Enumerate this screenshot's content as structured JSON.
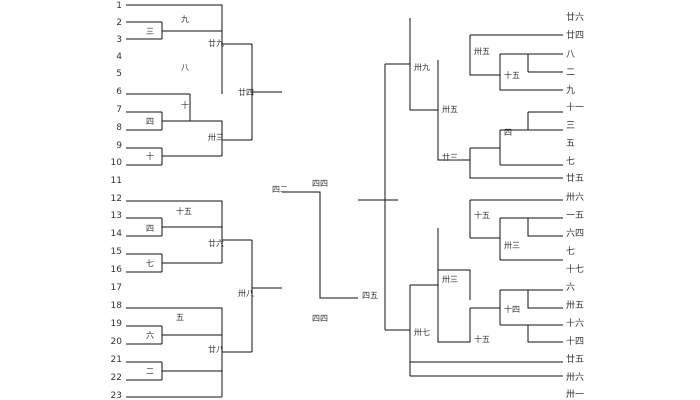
{
  "diagram": {
    "type": "tournament-bracket",
    "left_seeds": [
      "1",
      "2",
      "3",
      "4",
      "5",
      "6",
      "7",
      "8",
      "9",
      "10",
      "11",
      "12",
      "13",
      "14",
      "15",
      "16",
      "17",
      "18",
      "19",
      "20",
      "21",
      "22",
      "23"
    ],
    "right_seeds": [
      "廿六",
      "廿四",
      "八",
      "二",
      "九",
      "十一",
      "三",
      "五",
      "七",
      "廿五",
      "卅六",
      "一五",
      "六四",
      "七",
      "十七",
      "六",
      "卅五",
      "十六",
      "十四",
      "廿五",
      "卅六",
      "卅一"
    ],
    "left_round1": [
      "九",
      "三",
      "八",
      "十",
      "四",
      "十",
      "十五",
      "四",
      "七",
      "五",
      "六",
      "二"
    ],
    "left_round2": [
      "廿九",
      "卅三",
      "廿六",
      "廿八"
    ],
    "left_round3": [
      "廿四",
      "卅八"
    ],
    "right_round1": [
      "卅五",
      "十五",
      "四",
      "十五",
      "卅三",
      "十四"
    ],
    "right_round2": [
      "卅五",
      "廿三",
      "卅三",
      "十五"
    ],
    "right_round3": [
      "卅九",
      "卅七"
    ],
    "center": {
      "left_final": "四四",
      "right_final": "四五",
      "winner_top": "四二",
      "winner_bottom": "四四"
    }
  }
}
